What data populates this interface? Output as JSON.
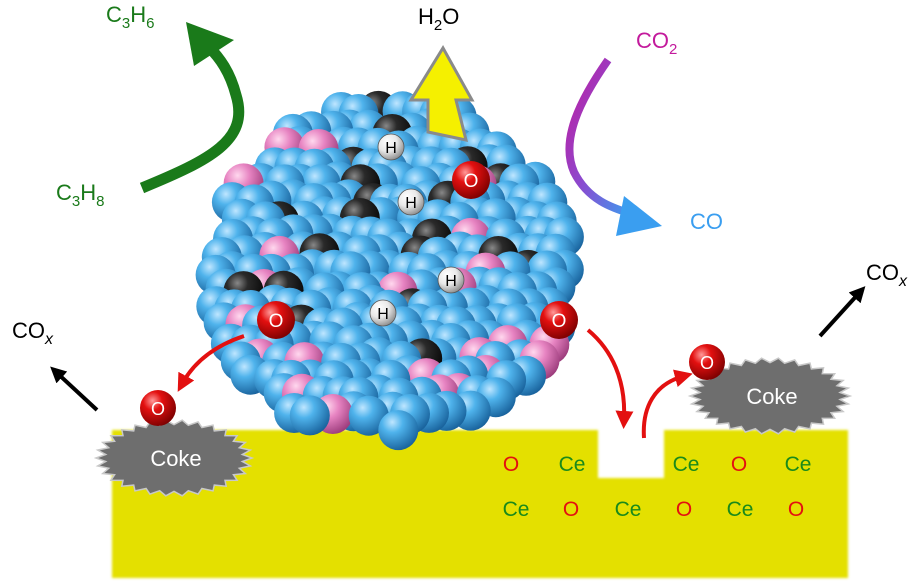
{
  "colors": {
    "propane_green": "#1a7a1a",
    "co2_magenta": "#c31a9c",
    "co_blue": "#3a9ef0",
    "support_yellow": "#e4e000",
    "oxygen_red": "#e31010",
    "cerium_green": "#1a8a1a",
    "coke_gray": "#6e6e6e",
    "h2o_arrow_yellow": "#f5f000",
    "cluster_blue": "#3fa3de",
    "cluster_pink": "#e37fbf",
    "cluster_black": "#222222"
  },
  "labels": {
    "c3h6": {
      "base1": "C",
      "sub1": "3",
      "base2": "H",
      "sub2": "6"
    },
    "c3h8": {
      "base1": "C",
      "sub1": "3",
      "base2": "H",
      "sub2": "8"
    },
    "h2o": {
      "base1": "H",
      "sub1": "2",
      "base2": "O"
    },
    "co2": {
      "base1": "CO",
      "sub1": "2"
    },
    "co": "CO",
    "cox_left": {
      "base": "CO",
      "sub": "x"
    },
    "cox_right": {
      "base": "CO",
      "sub": "x"
    },
    "coke_left": "Coke",
    "coke_right": "Coke"
  },
  "atoms": {
    "hydrogen": "H",
    "oxygen": "O"
  },
  "lattice": {
    "row1": [
      "O",
      "Ce",
      "Ce",
      "O",
      "Ce"
    ],
    "row2": [
      "Ce",
      "O",
      "Ce",
      "O",
      "Ce",
      "O"
    ]
  }
}
